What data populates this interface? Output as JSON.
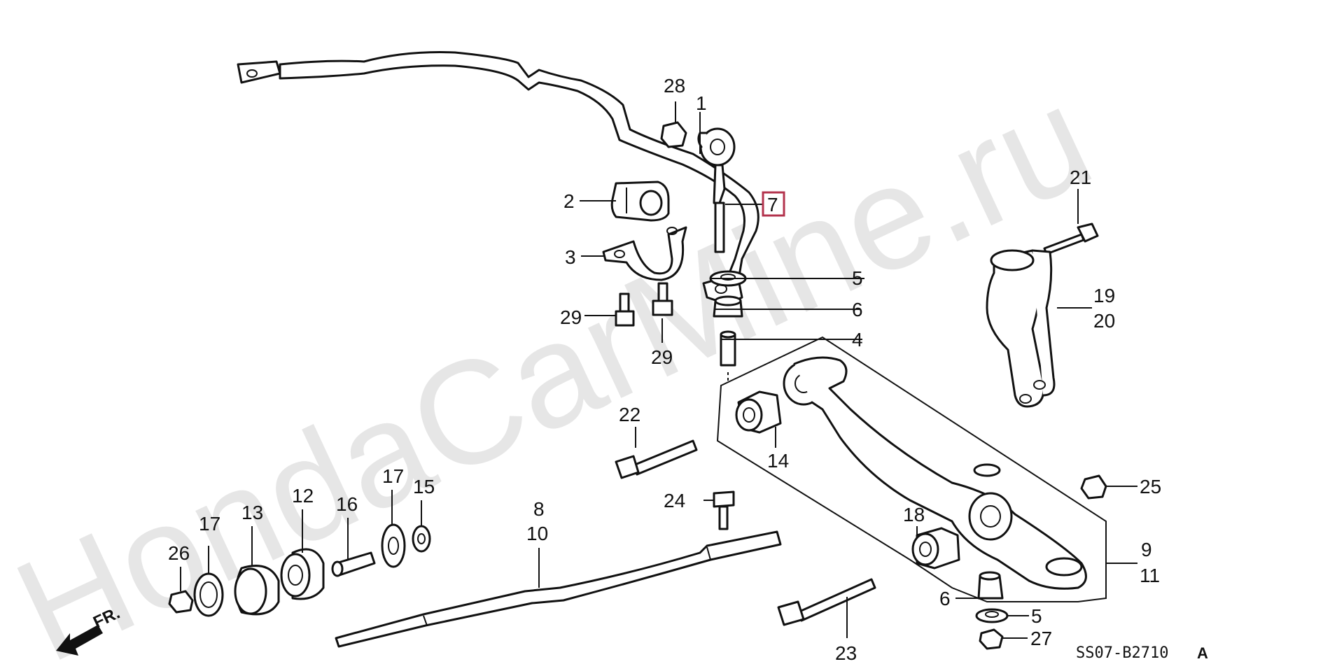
{
  "watermark": "HondaCarMine.ru",
  "diagram_code": "SS07-B2710",
  "diagram_code_suffix": "A",
  "direction_label": "FR.",
  "highlight_color": "#b3334d",
  "callouts": {
    "c1": "1",
    "c2": "2",
    "c3": "3",
    "c4": "4",
    "c5a": "5",
    "c5b": "5",
    "c6a": "6",
    "c6b": "6",
    "c7": "7",
    "c8": "8",
    "c9": "9",
    "c10": "10",
    "c11": "11",
    "c12": "12",
    "c13": "13",
    "c14": "14",
    "c15": "15",
    "c16": "16",
    "c17a": "17",
    "c17b": "17",
    "c18": "18",
    "c19": "19",
    "c20": "20",
    "c21": "21",
    "c22": "22",
    "c23": "23",
    "c24": "24",
    "c25": "25",
    "c26": "26",
    "c27": "27",
    "c28": "28",
    "c29a": "29",
    "c29b": "29"
  }
}
